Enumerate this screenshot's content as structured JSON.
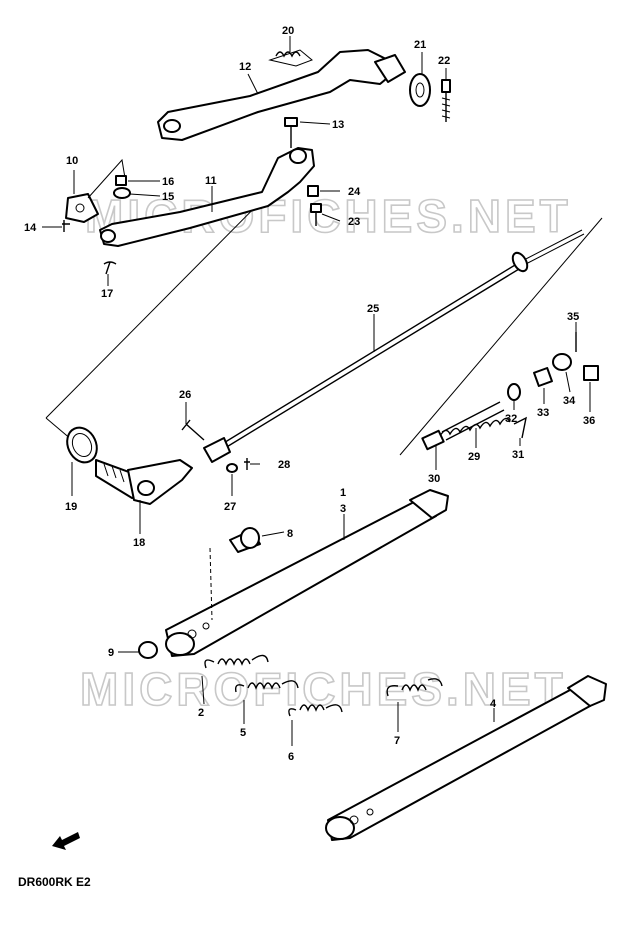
{
  "diagram_code": "DR600RK E2",
  "watermark": [
    "MICROFICHES.NET",
    "MICROFICHES.NET"
  ],
  "callouts": [
    "1",
    "2",
    "3",
    "4",
    "5",
    "6",
    "7",
    "8",
    "9",
    "10",
    "11",
    "12",
    "13",
    "14",
    "15",
    "16",
    "17",
    "18",
    "19",
    "20",
    "21",
    "22",
    "23",
    "24",
    "25",
    "26",
    "27",
    "28",
    "29",
    "30",
    "31",
    "32",
    "33",
    "34",
    "35",
    "36"
  ]
}
